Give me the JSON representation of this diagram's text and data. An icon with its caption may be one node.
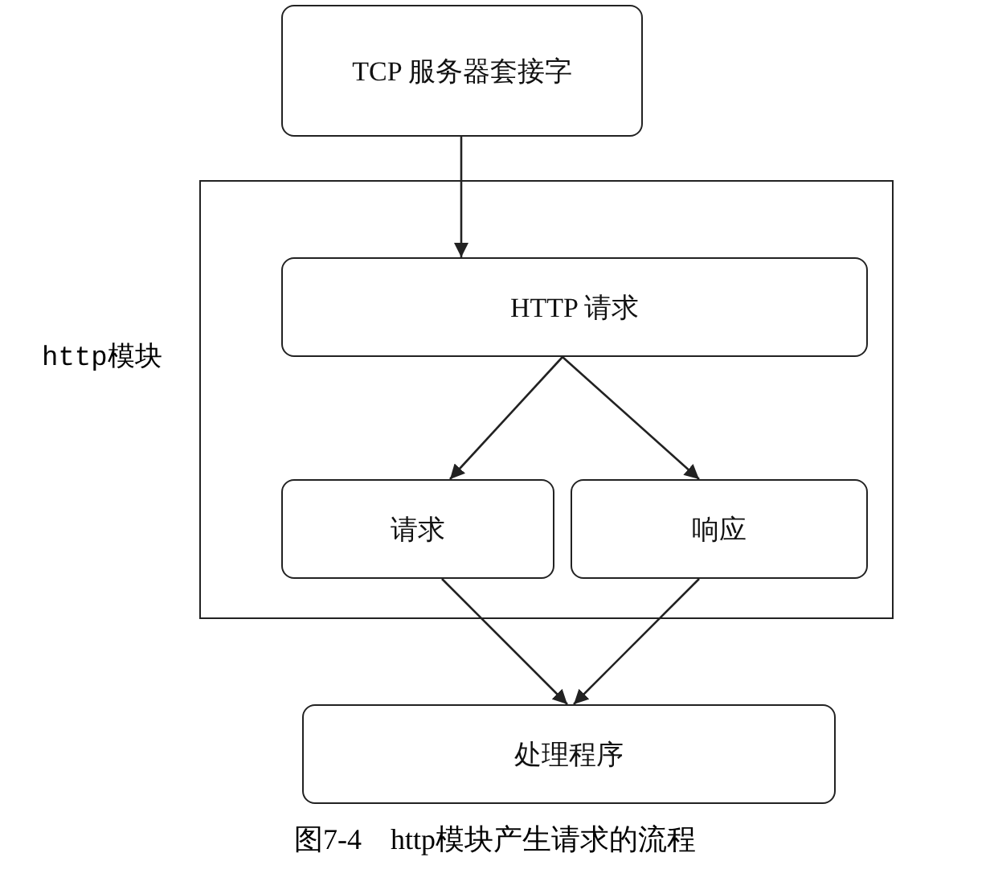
{
  "diagram": {
    "caption": "图7-4　http模块产生请求的流程",
    "nodes": [
      {
        "text": [
          "TCP 服务器套接字"
        ]
      },
      {
        "text": [
          "http模块"
        ]
      },
      {
        "text": [
          "HTTP 请求"
        ],
        "in": 1
      },
      {
        "text": [
          "请求"
        ],
        "in": 1
      },
      {
        "text": [
          "响应"
        ],
        "in": 1
      },
      {
        "text": [
          "处理程序"
        ]
      }
    ],
    "edges": [
      {
        "from": 0,
        "to": 2,
        "arrow": "to"
      },
      {
        "from": 2,
        "to": 3,
        "arrow": "to"
      },
      {
        "from": 2,
        "to": 4,
        "arrow": "to"
      },
      {
        "from": 3,
        "to": 5,
        "arrow": "to"
      },
      {
        "from": 4,
        "to": 5,
        "arrow": "to"
      }
    ]
  }
}
